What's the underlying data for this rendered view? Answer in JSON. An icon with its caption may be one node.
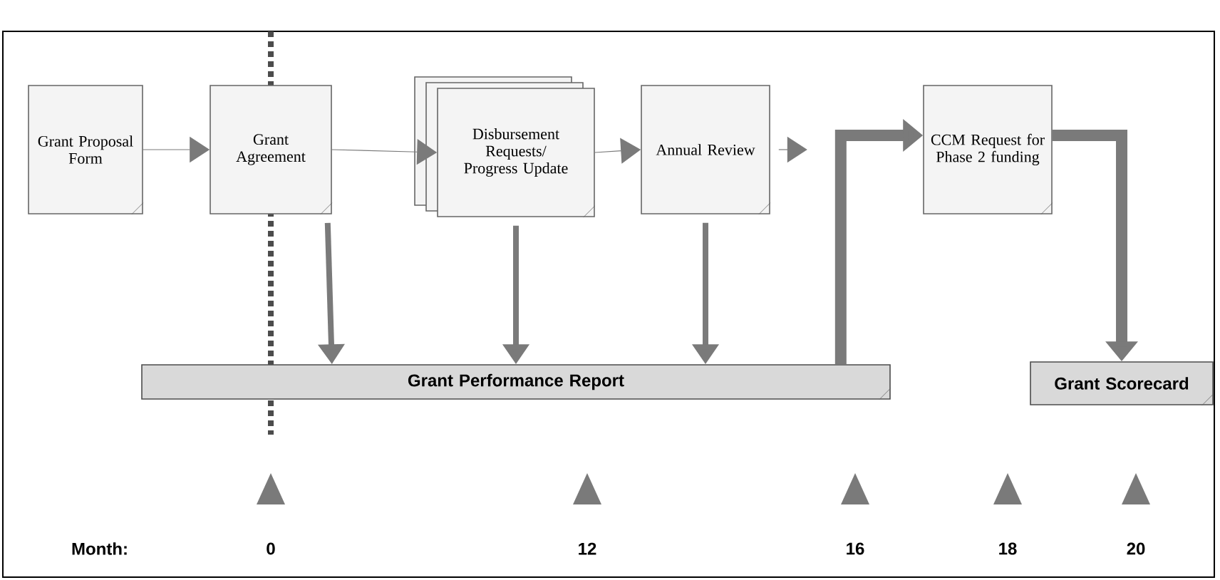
{
  "diagram": {
    "nodes": [
      {
        "text": [
          "Grant Proposal Form"
        ]
      },
      {
        "text": [
          "Grant Agreement"
        ]
      },
      {
        "text": [
          "Disbursement Requests/ Progress Update"
        ]
      },
      {
        "text": [
          "Annual Review"
        ]
      },
      {
        "text": [
          "CCM Request for Phase 2 funding"
        ]
      },
      {
        "text": [
          "Grant Performance Report"
        ]
      },
      {
        "text": [
          "Grant Scorecard"
        ]
      }
    ],
    "edges": [
      {
        "from": 0,
        "to": 1,
        "arrow": "to"
      },
      {
        "from": 1,
        "to": 2,
        "arrow": "to"
      },
      {
        "from": 2,
        "to": 3,
        "arrow": "to"
      },
      {
        "from": 3,
        "to": null,
        "arrow": "to"
      },
      {
        "from": 1,
        "to": 5,
        "arrow": "to"
      },
      {
        "from": 2,
        "to": 5,
        "arrow": "to"
      },
      {
        "from": 3,
        "to": 5,
        "arrow": "to"
      },
      {
        "from": 5,
        "to": 4,
        "arrow": "to",
        "style": "thick"
      },
      {
        "from": 4,
        "to": 6,
        "arrow": "to",
        "style": "thick"
      }
    ],
    "labels": [
      "Month:",
      "0",
      "12",
      "16",
      "18",
      "20"
    ]
  }
}
